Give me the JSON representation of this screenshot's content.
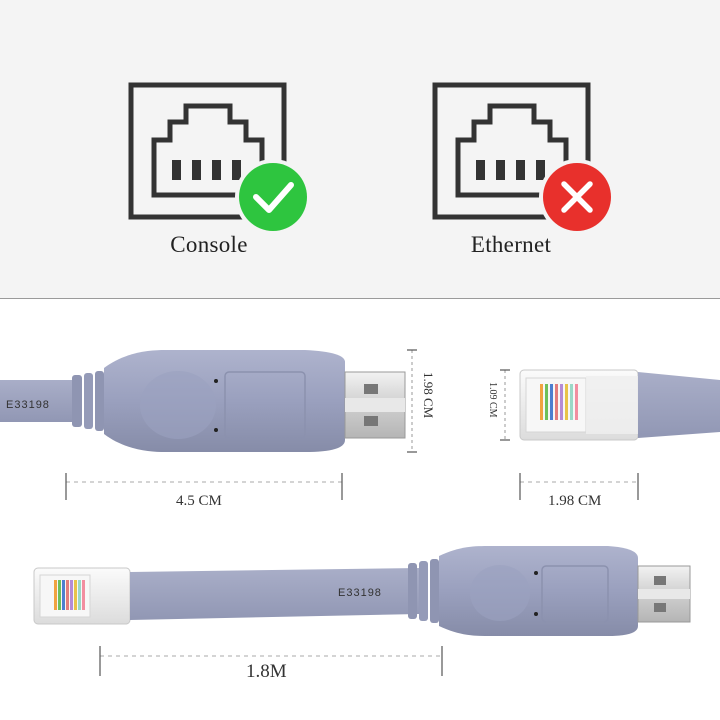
{
  "ports": [
    {
      "label": "Console",
      "status": "check",
      "status_color": "#2ec53f",
      "icon": "rj45-port-icon"
    },
    {
      "label": "Ethernet",
      "status": "cross",
      "status_color": "#e8302c",
      "icon": "rj45-port-icon"
    }
  ],
  "cable": {
    "print_text": "E33198",
    "color": "#9ea4c1"
  },
  "dimensions": {
    "usb_body_length": "4.5 CM",
    "usb_body_width": "1.98 CM",
    "rj45_height": "1.09 CM",
    "rj45_length": "1.98 CM",
    "cable_length": "1.8M"
  }
}
